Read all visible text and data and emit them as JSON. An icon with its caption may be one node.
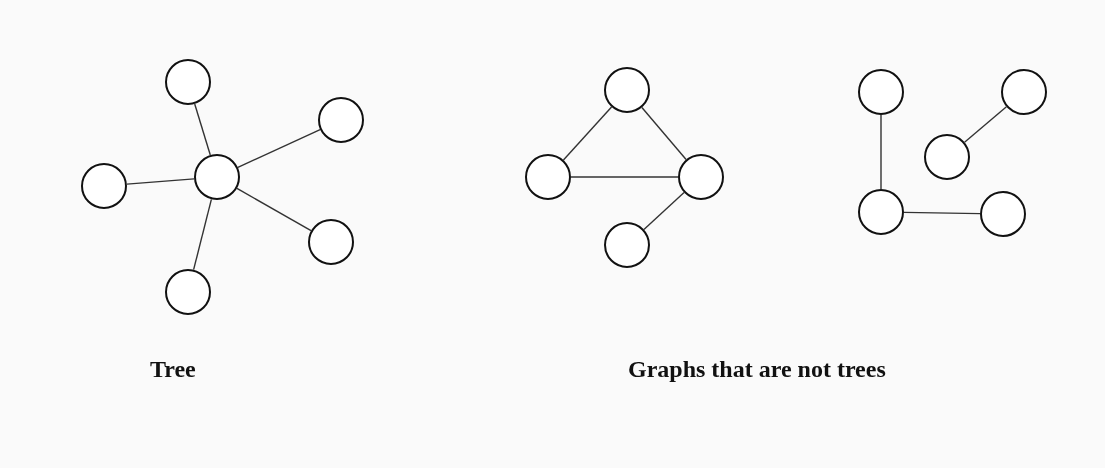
{
  "diagram": {
    "nodes": [
      {
        "text": [],
        "shape": "circle"
      },
      {
        "text": [],
        "shape": "circle"
      },
      {
        "text": [],
        "shape": "circle"
      },
      {
        "text": [],
        "shape": "circle"
      },
      {
        "text": [],
        "shape": "circle"
      },
      {
        "text": [],
        "shape": "circle"
      },
      {
        "text": [],
        "shape": "circle"
      },
      {
        "text": [],
        "shape": "circle"
      },
      {
        "text": [],
        "shape": "circle"
      },
      {
        "text": [],
        "shape": "circle"
      },
      {
        "text": [],
        "shape": "circle"
      },
      {
        "text": [],
        "shape": "circle"
      },
      {
        "text": [],
        "shape": "circle"
      },
      {
        "text": [],
        "shape": "circle"
      },
      {
        "text": [],
        "shape": "circle"
      }
    ],
    "edges": [
      {
        "from": 3,
        "to": 0,
        "arrow": "none"
      },
      {
        "from": 3,
        "to": 1,
        "arrow": "none"
      },
      {
        "from": 3,
        "to": 2,
        "arrow": "none"
      },
      {
        "from": 3,
        "to": 4,
        "arrow": "none"
      },
      {
        "from": 3,
        "to": 5,
        "arrow": "none"
      },
      {
        "from": 6,
        "to": 7,
        "arrow": "none"
      },
      {
        "from": 6,
        "to": 8,
        "arrow": "none"
      },
      {
        "from": 7,
        "to": 8,
        "arrow": "none"
      },
      {
        "from": 8,
        "to": 9,
        "arrow": "none"
      },
      {
        "from": 10,
        "to": 13,
        "arrow": "none"
      },
      {
        "from": 12,
        "to": 11,
        "arrow": "none"
      },
      {
        "from": 13,
        "to": 14,
        "arrow": "none"
      }
    ],
    "labels": [
      "Tree",
      "Graphs that are not trees"
    ]
  }
}
